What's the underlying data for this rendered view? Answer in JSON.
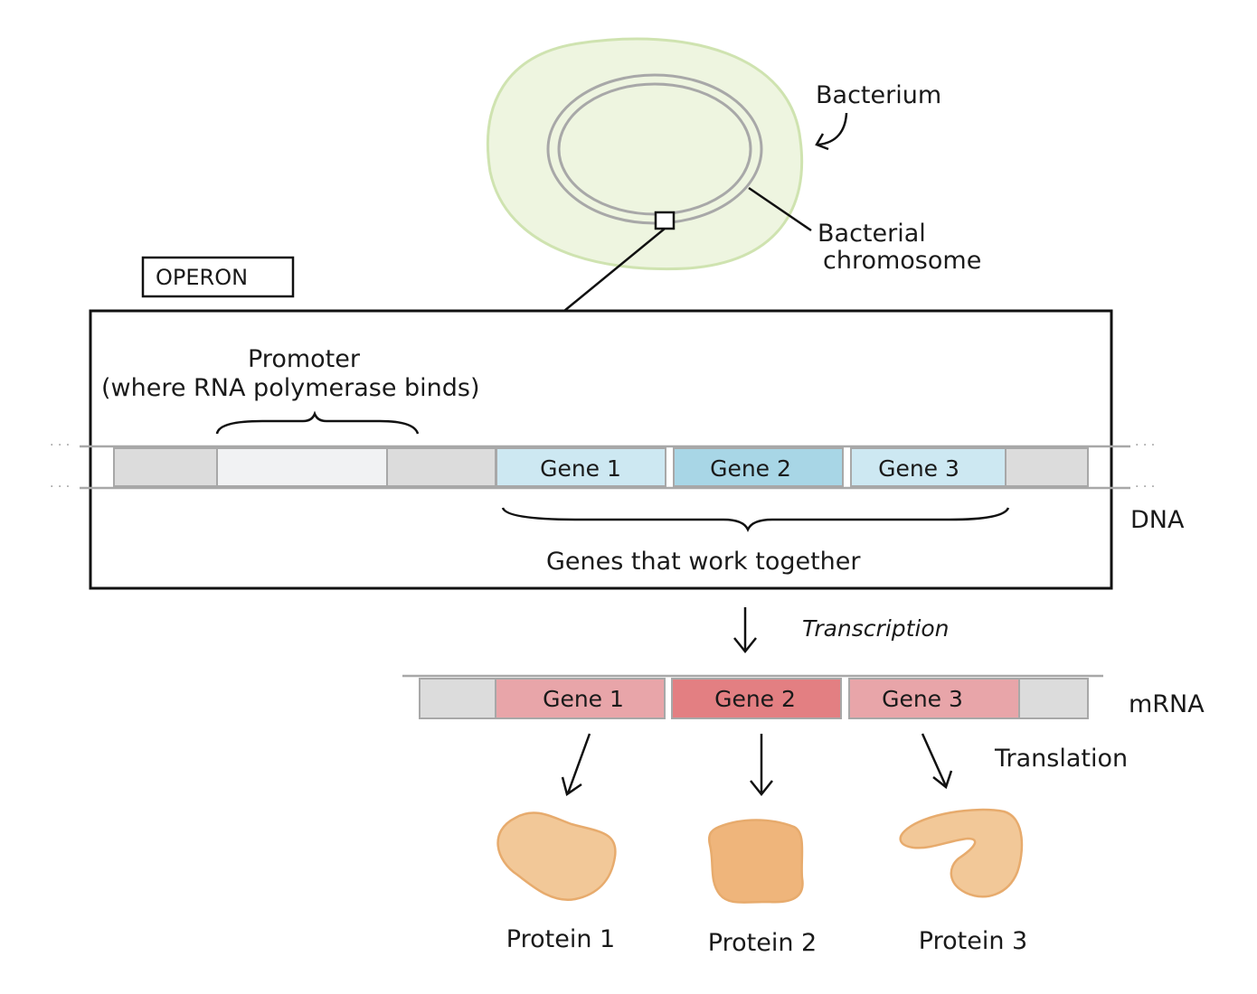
{
  "bacterium": {
    "label": "Bacterium",
    "chromosome_label_1": "Bacterial",
    "chromosome_label_2": "chromosome"
  },
  "operon": {
    "label": "OPERON"
  },
  "promoter": {
    "label_1": "Promoter",
    "label_2": "(where RNA polymerase binds)"
  },
  "dna": {
    "label": "DNA",
    "genes": [
      "Gene 1",
      "Gene 2",
      "Gene 3"
    ],
    "genes_caption": "Genes that work together"
  },
  "transcription": {
    "label": "Transcription"
  },
  "mrna": {
    "label": "mRNA",
    "genes": [
      "Gene 1",
      "Gene 2",
      "Gene 3"
    ]
  },
  "translation": {
    "label": "Translation"
  },
  "proteins": [
    "Protein 1",
    "Protein 2",
    "Protein 3"
  ],
  "colors": {
    "cell_fill": "#eef5e0",
    "cell_stroke": "#cfe3b0",
    "chromosome": "#a8a8a8",
    "segment_gray": "#dcdcdc",
    "segment_light": "#f1f2f3",
    "dna_gene_light": "#cde8f2",
    "dna_gene_mid": "#a8d6e6",
    "mrna_gene_light": "#e8a5a9",
    "mrna_gene_mid": "#e37f82",
    "protein_light": "#f2c898",
    "protein_mid": "#efb57b",
    "protein_stroke": "#e7ab6d"
  }
}
